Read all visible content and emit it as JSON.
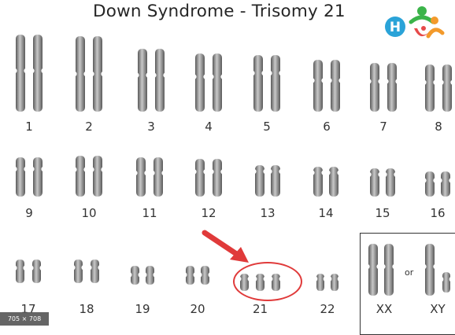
{
  "title": "Down Syndrome - Trisomy 21",
  "chromosome_labels": [
    "1",
    "2",
    "3",
    "4",
    "5",
    "6",
    "7",
    "8",
    "9",
    "10",
    "11",
    "12",
    "13",
    "14",
    "15",
    "16",
    "17",
    "18",
    "19",
    "20",
    "21",
    "22"
  ],
  "sex_labels": {
    "xx": "XX",
    "xy": "XY",
    "or": "or"
  },
  "highlight": {
    "pair": "21",
    "copies": 3,
    "color": "#e03a3a"
  },
  "watermark_text": "705 × 708",
  "colors": {
    "chromosome_dark": "#5a5a5a",
    "chromosome_light": "#c8c8c8",
    "box_border": "#333333",
    "arrow": "#e03a3a"
  }
}
